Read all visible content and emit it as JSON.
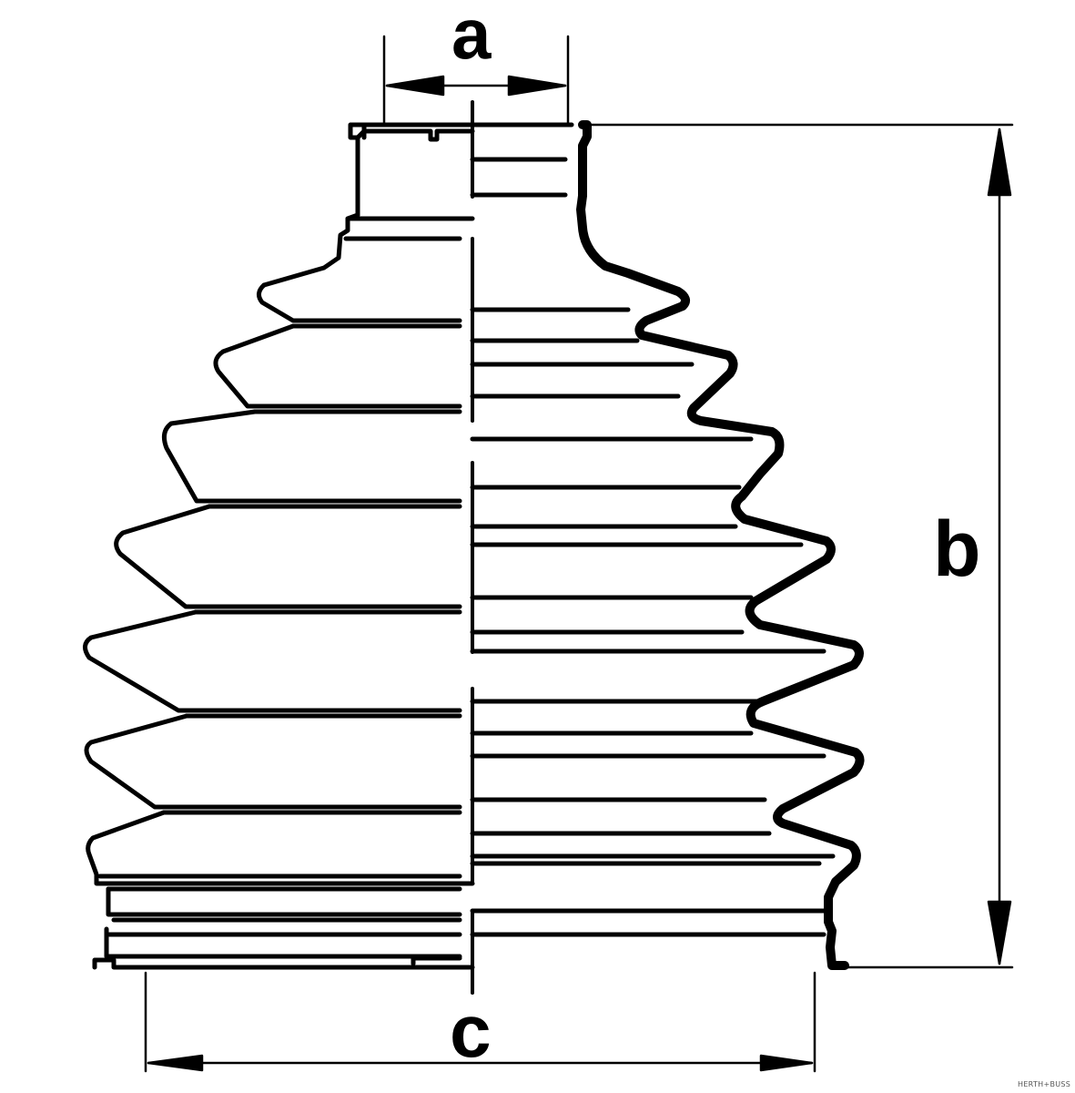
{
  "labels": {
    "width_top": "a",
    "height": "b",
    "width_bottom": "c"
  },
  "watermark": "HERTH+BUSS",
  "colors": {
    "line": "#000000",
    "background": "#ffffff"
  }
}
